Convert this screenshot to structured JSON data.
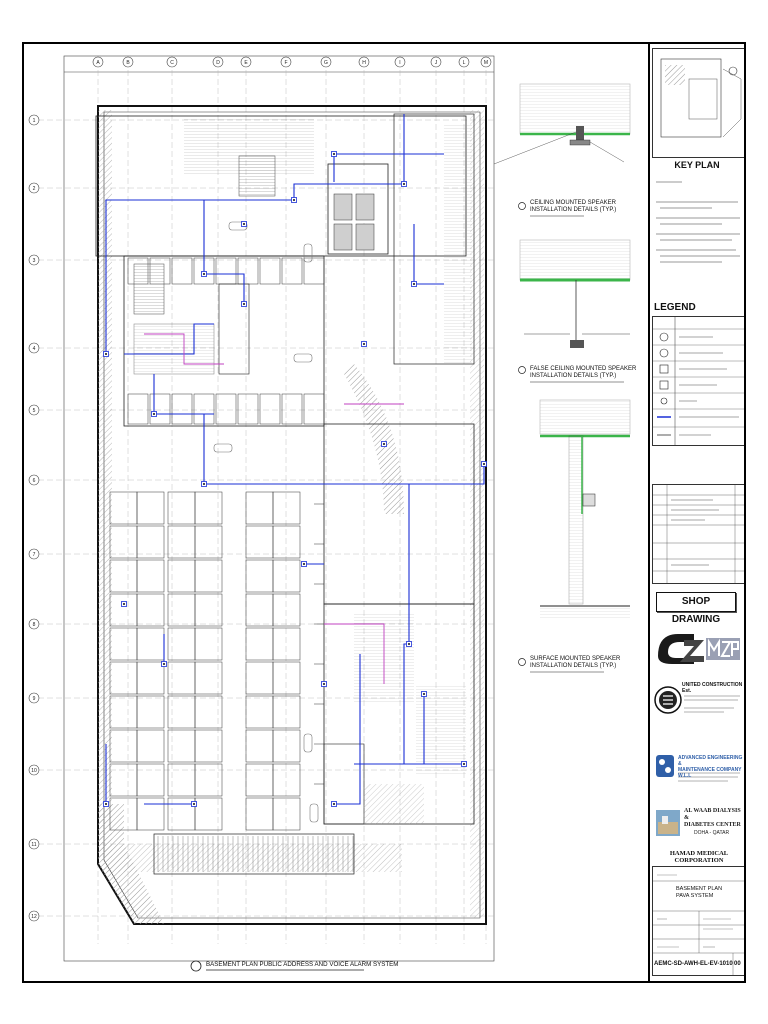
{
  "plan": {
    "title": "BASEMENT PLAN PUBLIC ADDRESS AND VOICE ALARM SYSTEM",
    "column_labels": [
      "A",
      "B",
      "C",
      "D",
      "E",
      "F",
      "G",
      "H",
      "I",
      "J",
      "L",
      "M"
    ],
    "row_labels": [
      "1",
      "2",
      "3",
      "4",
      "5",
      "6",
      "7",
      "8",
      "9",
      "10",
      "11",
      "12"
    ]
  },
  "details": {
    "ceiling_mounted": "CEILING MOUNTED SPEAKER\nINSTALLATION DETAILS (TYP.)",
    "false_ceiling": "FALSE CEILING MOUNTED SPEAKER\nINSTALLATION DETAILS (TYP.)",
    "surface_mounted": "SURFACE MOUNTED SPEAKER\nINSTALLATION DETAILS (TYP.)"
  },
  "title_block": {
    "key_plan": "KEY PLAN",
    "legend": "LEGEND",
    "shop_drawing": "SHOP DRAWING",
    "contractor": "UNITED CONSTRUCTION Est.",
    "mep": "ADVANCED ENGINEERING &\nMAINTENANCE COMPANY W.L.L",
    "project": "AL WAAB DIALYSIS &\nDIABETES CENTER",
    "project_location": "DOHA - QATAR",
    "client": "HAMAD MEDICAL CORPORATION",
    "drawing_title": "BASEMENT PLAN\nPAVA SYSTEM",
    "drawing_number": "AEMC-SD-AWH-EL-EV-1010",
    "revision": "00"
  },
  "colors": {
    "cable_blue": "#1a2fd6",
    "accent_magenta": "#c040c0",
    "slab_green": "#3bb54a",
    "hatch_grey": "#9a9a9a",
    "logo_blue": "#2f5fa8"
  }
}
